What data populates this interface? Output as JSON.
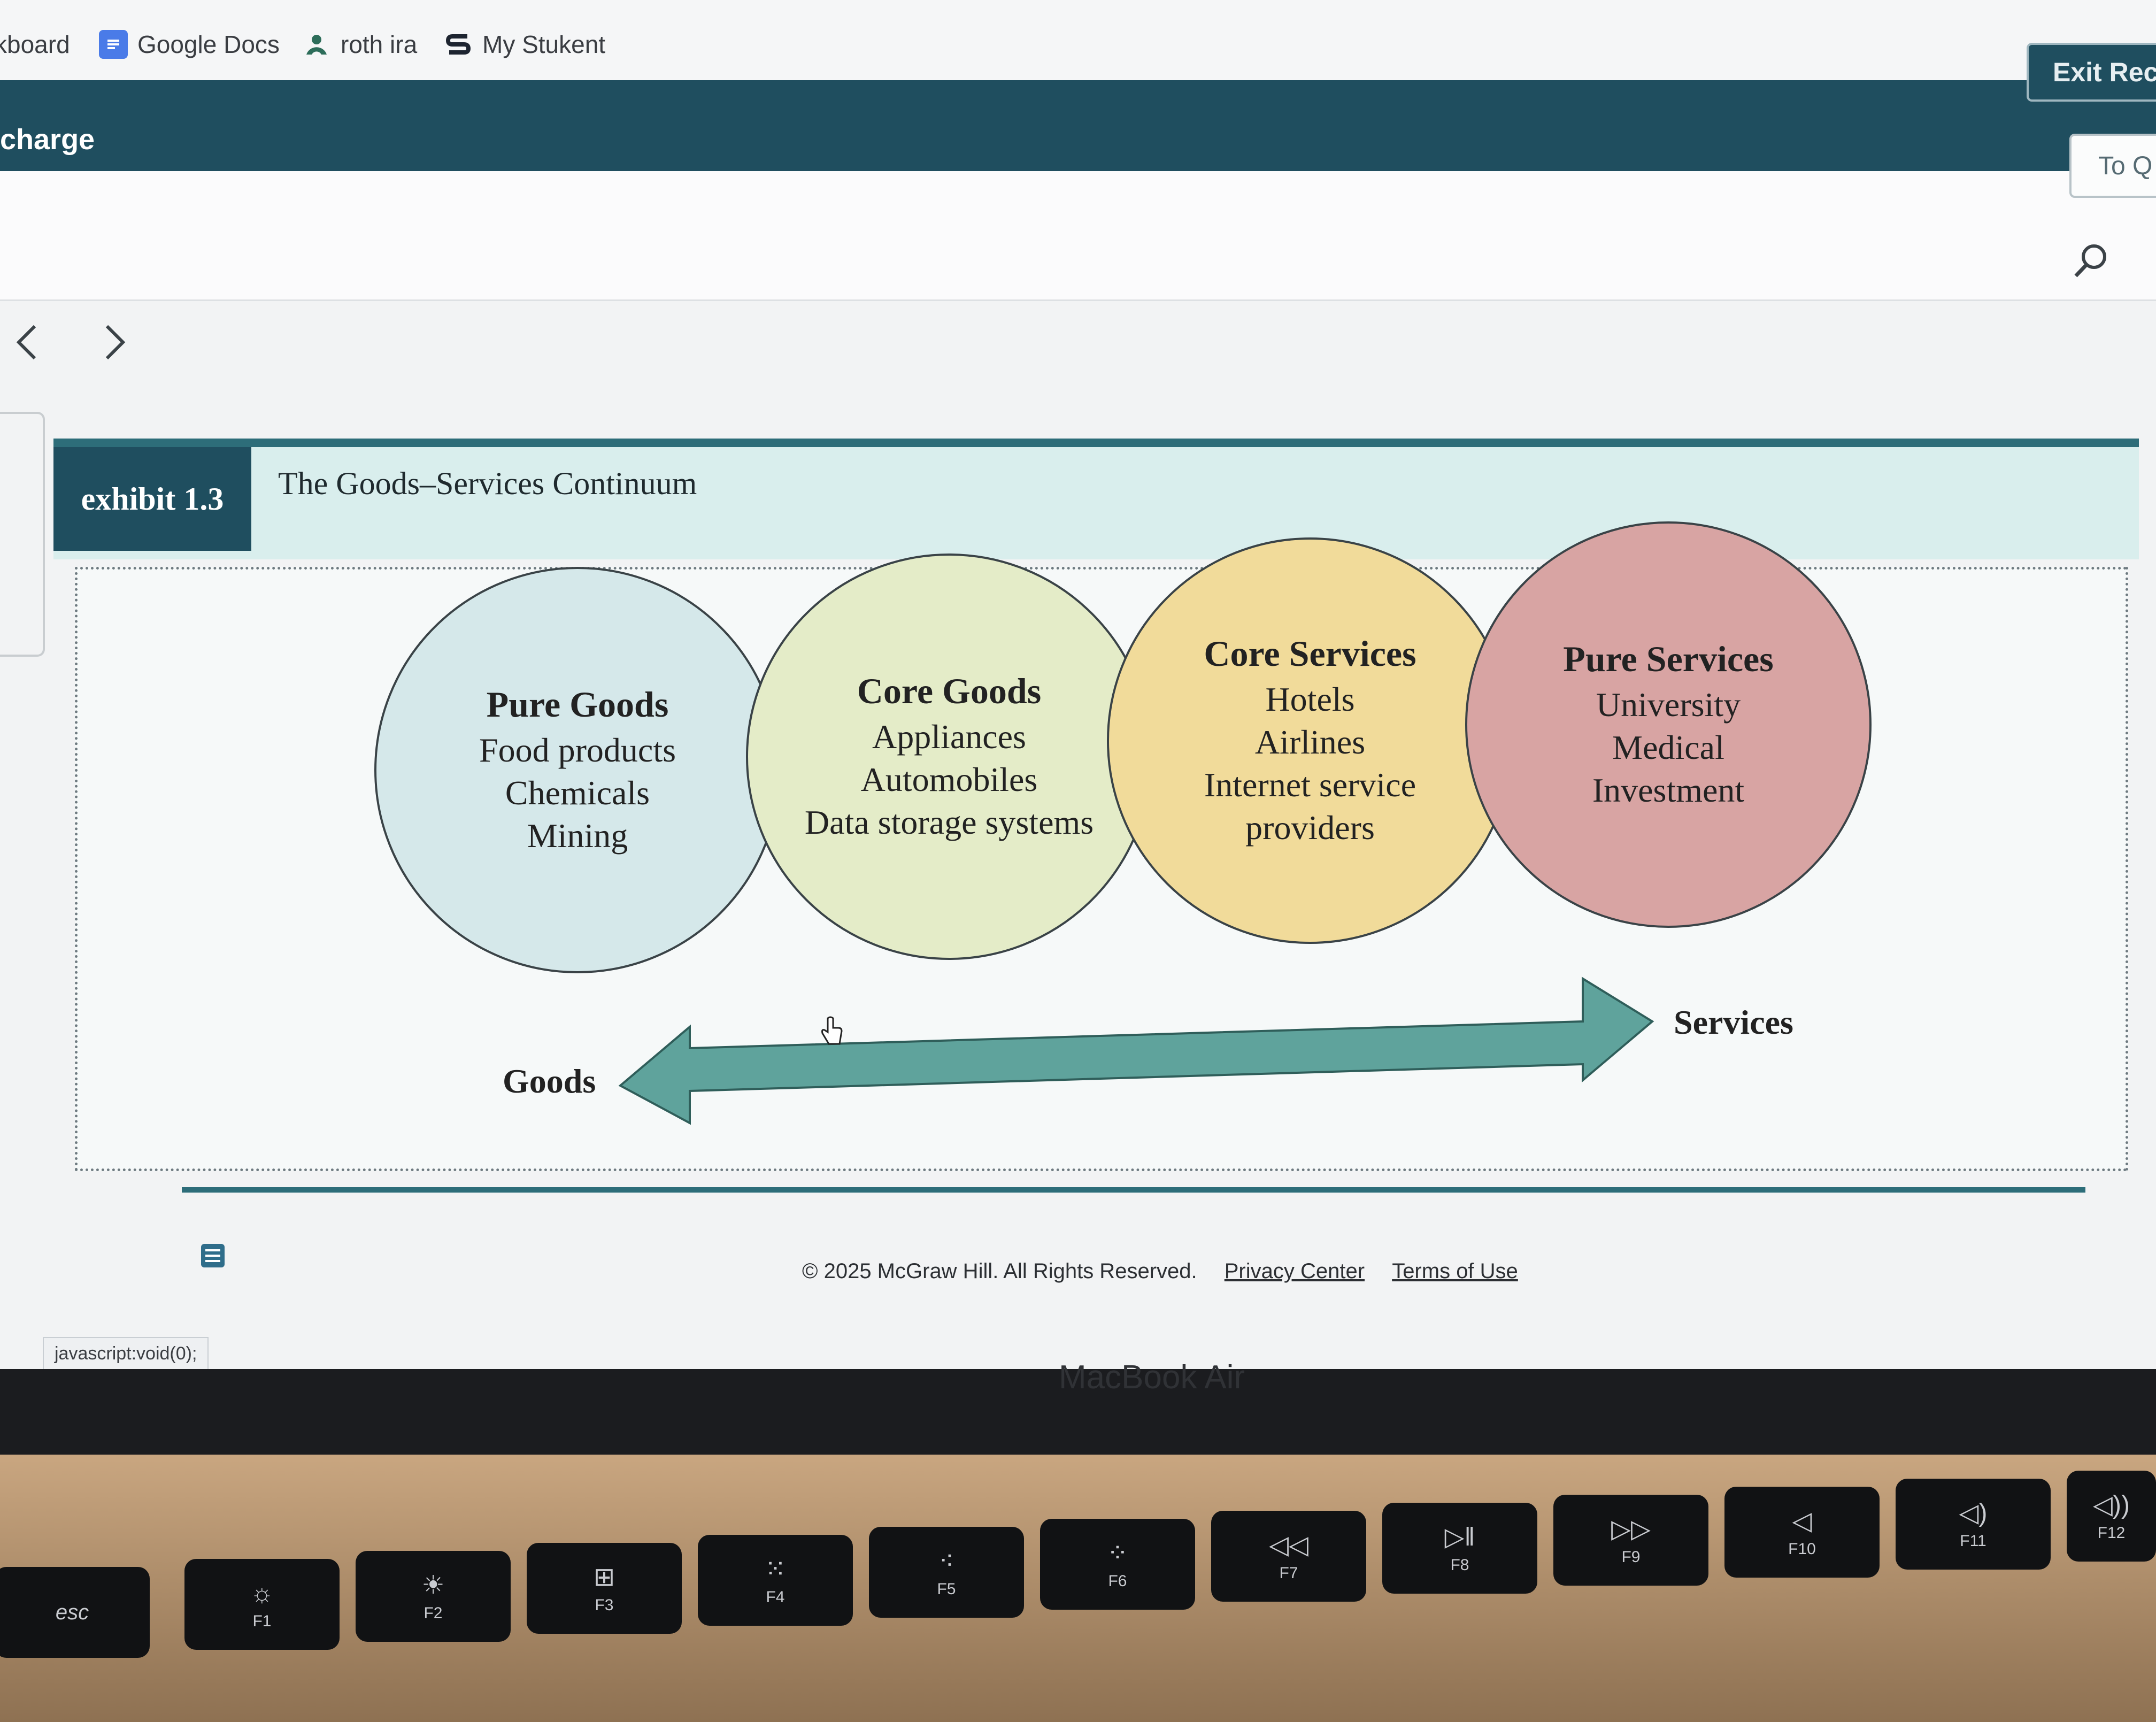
{
  "bookmarks": [
    {
      "label": "kboard",
      "icon": ""
    },
    {
      "label": "Google Docs",
      "icon": "google-docs-icon"
    },
    {
      "label": "roth ira",
      "icon": "roth-ira-icon"
    },
    {
      "label": "My Stukent",
      "icon": "stukent-icon"
    }
  ],
  "header": {
    "title": "charge",
    "exit_button": "Exit Rech",
    "to_button": "To Q"
  },
  "exhibit": {
    "tag": "exhibit 1.3",
    "title": "The Goods–Services Continuum"
  },
  "circles": [
    {
      "heading": "Pure Goods",
      "items": [
        "Food products",
        "Chemicals",
        "Mining"
      ],
      "color": "#d5e8ea"
    },
    {
      "heading": "Core Goods",
      "items": [
        "Appliances",
        "Automobiles",
        "Data storage systems"
      ],
      "color": "#e4ecc8"
    },
    {
      "heading": "Core Services",
      "items": [
        "Hotels",
        "Airlines",
        "Internet service",
        "providers"
      ],
      "color": "#f1db9a"
    },
    {
      "heading": "Pure Services",
      "items": [
        "University",
        "Medical",
        "Investment"
      ],
      "color": "#d8a4a3"
    }
  ],
  "continuum": {
    "left_label": "Goods",
    "right_label": "Services",
    "arrow_color": "#5fa39c"
  },
  "footer": {
    "copyright": "© 2025 McGraw Hill. All Rights Reserved.",
    "privacy": "Privacy Center",
    "terms": "Terms of Use"
  },
  "status_url": "javascript:void(0);",
  "laptop": {
    "model_label": "MacBook Air",
    "keys": [
      "esc",
      "F1",
      "F2",
      "F3",
      "F4",
      "F5",
      "F6",
      "F7",
      "F8",
      "F9",
      "F10",
      "F11",
      "F12"
    ]
  }
}
